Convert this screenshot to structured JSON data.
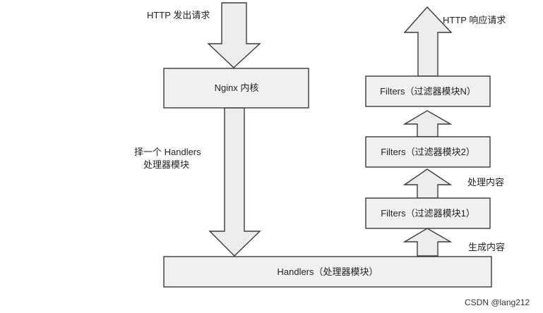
{
  "labels": {
    "http_request": "HTTP 发出请求",
    "http_response": "HTTP 响应请求",
    "select_line1": "择一个 Handlers",
    "select_line2": "处理器模块",
    "process_content": "处理内容",
    "generate_content": "生成内容"
  },
  "boxes": {
    "nginx": "Nginx 内核",
    "filter_n": "Filters（过滤器模块N）",
    "filter_2": "Filters（过滤器模块2）",
    "filter_1": "Filters（过滤器模块1）",
    "handlers": "Handlers（处理器模块）"
  },
  "watermark": "CSDN @lang212",
  "colors": {
    "box_fill": "#f0f0f0",
    "arrow_fill": "#ececec",
    "stroke": "#3a3a3a",
    "text": "#222222"
  }
}
